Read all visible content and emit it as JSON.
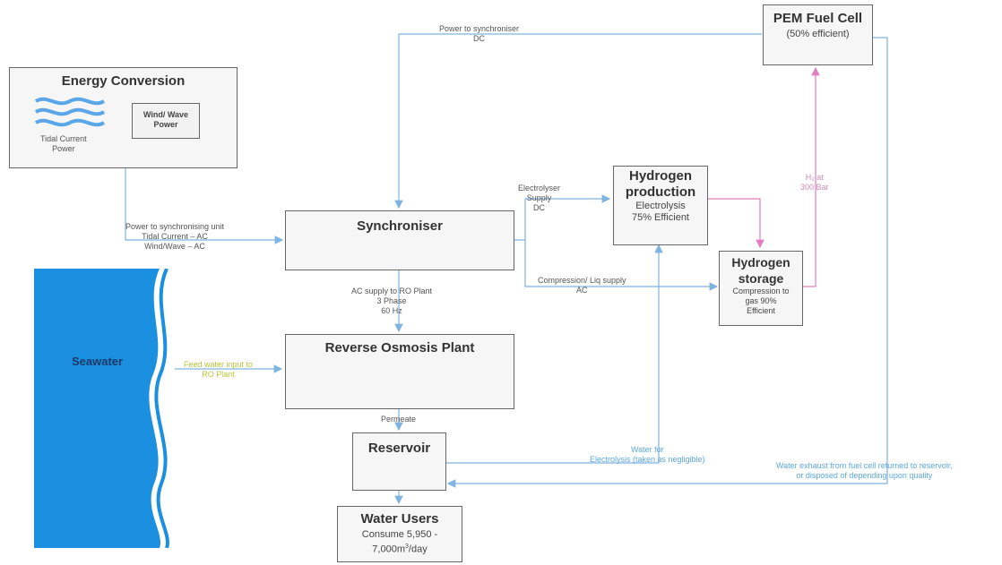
{
  "nodes": {
    "energy_conversion": {
      "title": "Energy Conversion",
      "tidal": [
        "Tidal Current",
        "Power"
      ],
      "windwave": [
        "Wind/ Wave",
        "Power"
      ]
    },
    "synchroniser": {
      "title": "Synchroniser"
    },
    "reverse_osmosis": {
      "title": "Reverse Osmosis Plant"
    },
    "reservoir": {
      "title": "Reservoir"
    },
    "water_users": {
      "title": "Water Users",
      "line1": "Consume 5,950 -",
      "line2_pre": "7,000m",
      "line2_sup": "3",
      "line2_post": "/day"
    },
    "hydrogen_production": {
      "title1": "Hydrogen",
      "title2": "production",
      "sub1": "Electrolysis",
      "sub2": "75% Efficient"
    },
    "hydrogen_storage": {
      "title1": "Hydrogen",
      "title2": "storage",
      "sub1": "Compression to",
      "sub2": "gas 90%",
      "sub3": "Efficient"
    },
    "pem_fuel_cell": {
      "title": "PEM Fuel Cell",
      "sub": "(50% efficient)"
    },
    "seawater": {
      "title": "Seawater"
    }
  },
  "labels": {
    "power_to_sync_unit": [
      "Power to synchronising unit",
      "Tidal Current – AC",
      "Wind/Wave – AC"
    ],
    "power_to_synchroniser_dc": [
      "Power to synchroniser",
      "DC"
    ],
    "electrolyser_supply": [
      "Electrolyser",
      "Supply",
      "DC"
    ],
    "compression_supply": [
      "Compression/ Liq supply",
      "AC"
    ],
    "h2_at": [
      "H₂ at",
      "300 Bar"
    ],
    "ac_supply_ro": [
      "AC supply to RO Plant",
      "3 Phase",
      "60 Hz"
    ],
    "feed_water": [
      "Feed water input to",
      "RO Plant"
    ],
    "permeate": [
      "Permeate"
    ],
    "water_for_electrolysis": [
      "Water for",
      "Electrolysis (taken as negligible)"
    ],
    "water_exhaust": [
      "Water exhaust from fuel cell returned to reservoir,",
      "or disposed of depending upon quality"
    ]
  },
  "colors": {
    "link_blue": "#7fb3e0",
    "link_pink": "#e27fc0",
    "seawater": "#1b8fe0",
    "feed_label": "#b8c63a",
    "water_label": "#5aa8e0",
    "h2_label": "#d08ab8",
    "icon_waves": "#5aa6e8"
  }
}
